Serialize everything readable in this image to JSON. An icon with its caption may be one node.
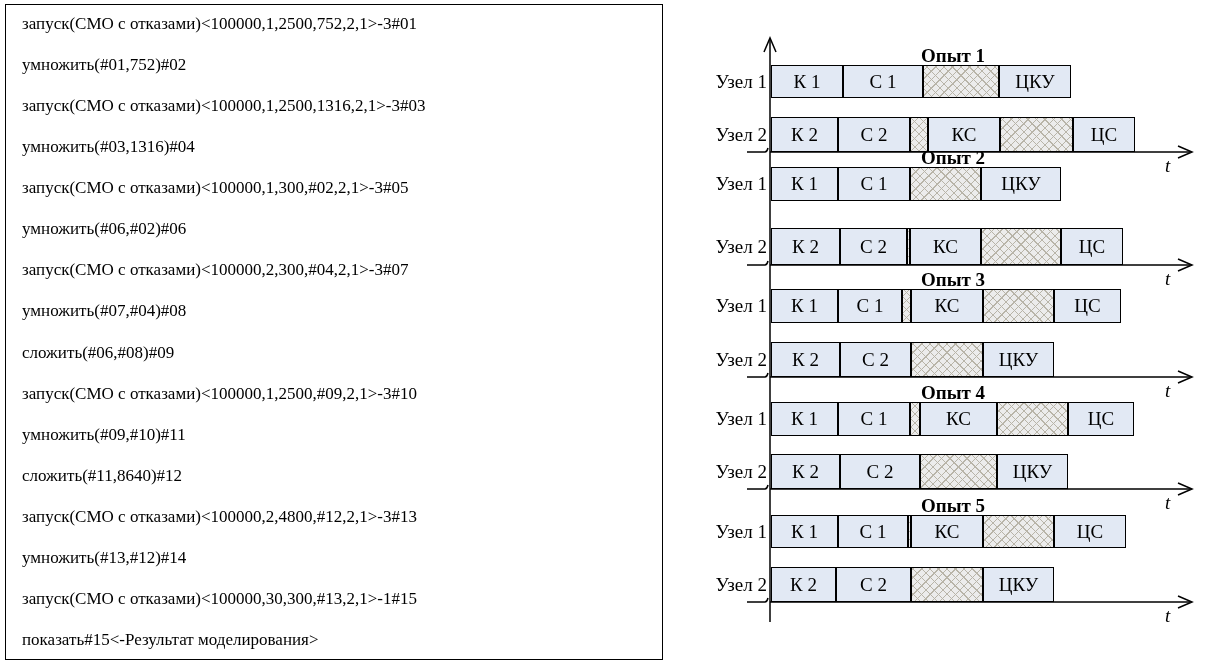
{
  "diagram": {
    "nodes": [
      {
        "text": [
          "запуск(СМО с отказами)<100000,1,2500,752,2,1>-3#01",
          "умножить(#01,752)#02",
          "запуск(СМО с отказами)<100000,1,2500,1316,2,1>-3#03",
          "умножить(#03,1316)#04",
          "запуск(СМО с отказами)<100000,1,300,#02,2,1>-3#05",
          "умножить(#06,#02)#06",
          "запуск(СМО с отказами)<100000,2,300,#04,2,1>-3#07",
          "умножить(#07,#04)#08",
          "сложить(#06,#08)#09",
          "запуск(СМО с отказами)<100000,1,2500,#09,2,1>-3#10",
          "умножить(#09,#10)#11",
          "сложить(#11,8640)#12",
          "запуск(СМО с отказами)<100000,2,4800,#12,2,1>-3#13",
          "умножить(#13,#12)#14",
          "запуск(СМО с отказами)<100000,30,300,#13,2,1>-1#15",
          "показать#15<-Результат моделирования>"
        ]
      },
      {
        "text": [
          "К 1"
        ]
      },
      {
        "text": [
          "С 1"
        ]
      },
      {
        "text": [],
        "shape": "box"
      },
      {
        "text": [
          "ЦКУ"
        ]
      },
      {
        "text": [
          "К 2"
        ]
      },
      {
        "text": [
          "С 2"
        ]
      },
      {
        "text": [],
        "shape": "box"
      },
      {
        "text": [
          "КС"
        ]
      },
      {
        "text": [],
        "shape": "box"
      },
      {
        "text": [
          "ЦС"
        ]
      },
      {
        "text": [
          "К 1"
        ]
      },
      {
        "text": [
          "С 1"
        ]
      },
      {
        "text": [],
        "shape": "box"
      },
      {
        "text": [
          "ЦКУ"
        ]
      },
      {
        "text": [
          "К 2"
        ]
      },
      {
        "text": [
          "С 2"
        ]
      },
      {
        "text": [],
        "shape": "box"
      },
      {
        "text": [
          "КС"
        ]
      },
      {
        "text": [],
        "shape": "box"
      },
      {
        "text": [
          "ЦС"
        ]
      },
      {
        "text": [
          "К 1"
        ]
      },
      {
        "text": [
          "С 1"
        ]
      },
      {
        "text": [],
        "shape": "box"
      },
      {
        "text": [
          "КС"
        ]
      },
      {
        "text": [],
        "shape": "box"
      },
      {
        "text": [
          "ЦС"
        ]
      },
      {
        "text": [
          "К 2"
        ]
      },
      {
        "text": [
          "С 2"
        ]
      },
      {
        "text": [],
        "shape": "box"
      },
      {
        "text": [
          "ЦКУ"
        ]
      },
      {
        "text": [
          "К 1"
        ]
      },
      {
        "text": [
          "С 1"
        ]
      },
      {
        "text": [],
        "shape": "box"
      },
      {
        "text": [
          "КС"
        ]
      },
      {
        "text": [],
        "shape": "box"
      },
      {
        "text": [
          "ЦС"
        ]
      },
      {
        "text": [
          "К 2"
        ]
      },
      {
        "text": [
          "С 2"
        ]
      },
      {
        "text": [],
        "shape": "box"
      },
      {
        "text": [
          "ЦКУ"
        ]
      },
      {
        "text": [
          "К 1"
        ]
      },
      {
        "text": [
          "С 1"
        ]
      },
      {
        "text": [],
        "shape": "box"
      },
      {
        "text": [
          "КС"
        ]
      },
      {
        "text": [],
        "shape": "box"
      },
      {
        "text": [
          "ЦС"
        ]
      },
      {
        "text": [
          "К 2"
        ]
      },
      {
        "text": [
          "С 2"
        ]
      },
      {
        "text": [],
        "shape": "box"
      },
      {
        "text": [
          "ЦКУ"
        ]
      }
    ],
    "labels": [
      "Опыт 1",
      "Узел 1",
      "Узел 2",
      "t",
      "Опыт 2",
      "Узел 1",
      "Узел 2",
      "t",
      "Опыт 3",
      "Узел 1",
      "Узел 2",
      "t",
      "Опыт 4",
      "Узел 1",
      "Узел 2",
      "t",
      "Опыт 5",
      "Узел 1",
      "Узел 2",
      "t"
    ]
  }
}
